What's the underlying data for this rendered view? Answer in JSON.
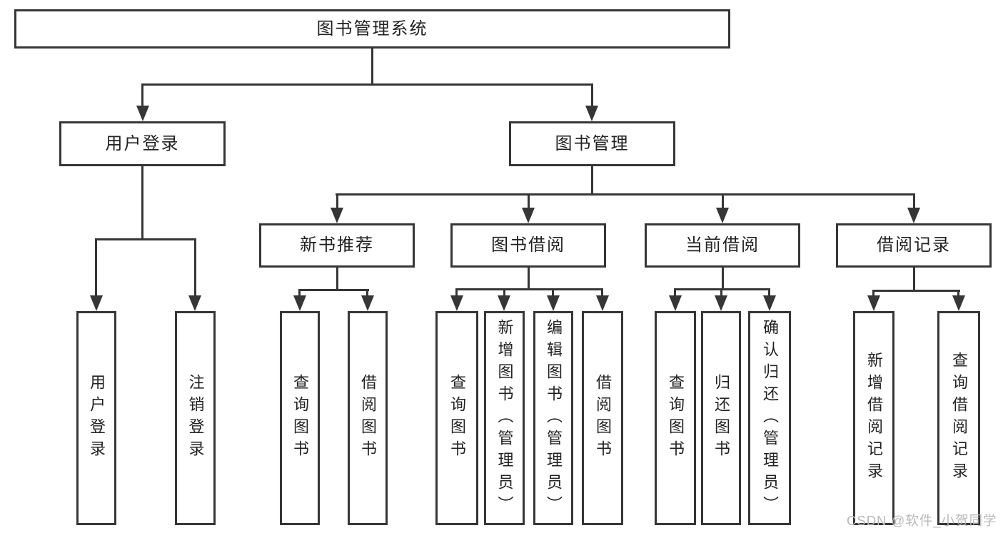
{
  "colors": {
    "line": "#363636",
    "text": "#222222",
    "background": "#ffffff",
    "watermark": "#b9b9b9"
  },
  "tree": {
    "root": "图书管理系统",
    "login": {
      "label": "用户登录",
      "items": [
        "用户登录",
        "注销登录"
      ]
    },
    "mgmt": {
      "label": "图书管理",
      "children": [
        {
          "label": "新书推荐",
          "items": [
            "查询图书",
            "借阅图书"
          ]
        },
        {
          "label": "图书借阅",
          "items": [
            "查询图书",
            "新增图书（管理员）",
            "编辑图书（管理员）",
            "借阅图书"
          ]
        },
        {
          "label": "当前借阅",
          "items": [
            "查询图书",
            "归还图书",
            "确认归还（管理员）"
          ]
        },
        {
          "label": "借阅记录",
          "items": [
            "新增借阅记录",
            "查询借阅记录"
          ]
        }
      ]
    }
  },
  "watermark": {
    "text": "CSDN @软件_小贺同学"
  }
}
